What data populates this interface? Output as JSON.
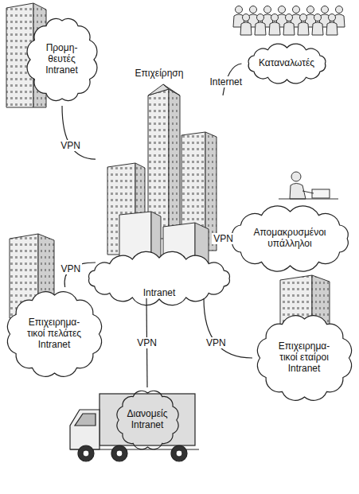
{
  "diagram": {
    "nodes": [
      {
        "text": [
          "Προμη- θευτές",
          "Intranet"
        ]
      },
      {
        "text": [
          "Καταναλωτές"
        ]
      },
      {
        "text": [
          "Επιχείρηση",
          "Intranet"
        ]
      },
      {
        "text": [
          "Απομακρυσμένοι υπάλληλοι"
        ]
      },
      {
        "text": [
          "Επιχειρημα- τικοί πελάτες",
          "Intranet"
        ]
      },
      {
        "text": [
          "Επιχειρημα- τικοί εταίροι",
          "Intranet"
        ]
      },
      {
        "text": [
          "Διανομείς",
          "Intranet"
        ]
      }
    ],
    "edges": [
      {
        "from": 0,
        "to": 2,
        "label": "VPN",
        "arrow": "none"
      },
      {
        "from": 1,
        "to": 2,
        "label": "Internet",
        "arrow": "none"
      },
      {
        "from": 3,
        "to": 2,
        "label": "VPN",
        "arrow": "none"
      },
      {
        "from": 4,
        "to": 2,
        "label": "VPN",
        "arrow": "none"
      },
      {
        "from": 6,
        "to": 2,
        "label": "VPN",
        "arrow": "none"
      },
      {
        "from": 5,
        "to": 2,
        "label": "VPN",
        "arrow": "none"
      }
    ]
  }
}
